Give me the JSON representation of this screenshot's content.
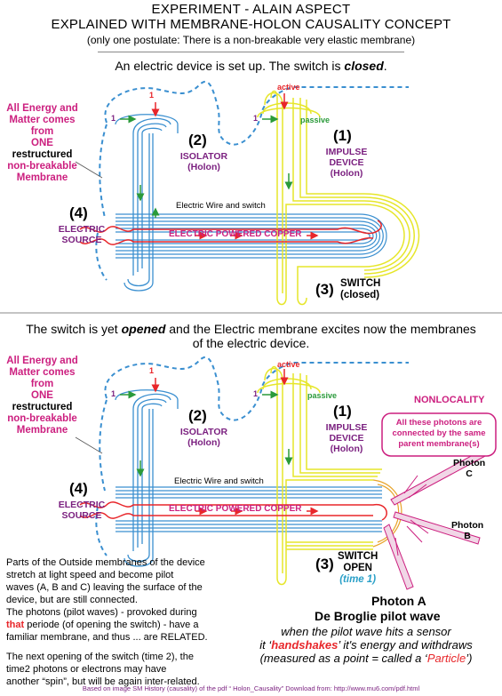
{
  "header": {
    "title_line1": "EXPERIMENT  -  ALAIN ASPECT",
    "title_line2": "EXPLAINED WITH MEMBRANE-HOLON CAUSALITY CONCEPT",
    "subtitle": "(only one postulate: There is a non-breakable very elastic membrane)"
  },
  "top": {
    "caption_prefix": "An electric device is set up. The switch is ",
    "caption_emph": "closed",
    "caption_suffix": ".",
    "energy_note": [
      "All Energy and",
      "Matter comes from",
      "ONE",
      "restructured",
      "non-breakable",
      "Membrane"
    ],
    "isolator_num": "(2)",
    "isolator_label": [
      "ISOLATOR",
      "(Holon)"
    ],
    "impulse_num": "(1)",
    "impulse_label": [
      "IMPULSE",
      "DEVICE",
      "(Holon)"
    ],
    "source_num": "(4)",
    "source_label": [
      "ELECTRIC",
      "SOURCE"
    ],
    "switch_num": "(3)",
    "switch_label": [
      "SWITCH",
      "(closed)"
    ],
    "wire_label": "Electric Wire and switch",
    "copper_label": "ELECTRIC POWERED COPPER",
    "active": "active",
    "passive": "passive",
    "one": "1"
  },
  "bottom": {
    "caption_line1_prefix": "The switch is yet ",
    "caption_emph": "opened",
    "caption_line1_suffix": " and the Electric membrane excites now the membranes",
    "caption_line2": "of the electric device.",
    "energy_note": [
      "All Energy and",
      "Matter comes from",
      "ONE",
      "restructured",
      "non-breakable",
      "Membrane"
    ],
    "isolator_num": "(2)",
    "isolator_label": [
      "ISOLATOR",
      "(Holon)"
    ],
    "impulse_num": "(1)",
    "impulse_label": [
      "IMPULSE",
      "DEVICE",
      "(Holon)"
    ],
    "source_num": "(4)",
    "source_label": [
      "ELECTRIC",
      "SOURCE"
    ],
    "switch_num": "(3)",
    "switch_label": [
      "SWITCH",
      "OPEN",
      "(time 1)"
    ],
    "wire_label": "Electric Wire and switch",
    "copper_label": "ELECTRIC POWERED COPPER",
    "active": "active",
    "passive": "passive",
    "one": "1",
    "nonlocality_title": "NONLOCALITY",
    "nonlocality_box": [
      "All these photons are",
      "connected by the same",
      "parent membrane(s)"
    ],
    "photon_c": [
      "Photon",
      "C"
    ],
    "photon_b": [
      "Photon",
      "B"
    ],
    "photon_a": "Photon A",
    "pilot_wave": "De Broglie pilot wave",
    "para1": [
      "Parts of the Outside membranes of the device",
      "stretch at light speed and become pilot",
      "waves (A, B and C) leaving the surface of the",
      "device, but are still connected."
    ],
    "para2_a": "The photons (pilot waves) - provoked during",
    "para2_that": "that",
    "para2_b": " periode (of opening the switch) - have a",
    "para2_c": "familiar membrane, and thus ... are RELATED.",
    "para3": [
      "The next opening of the switch (time 2), the",
      "time2 photons or electrons may have",
      "another “spin”, but will be again inter-related."
    ],
    "sensor_line1": "when the pilot wave hits a sensor",
    "sensor_line2_a": "it ‘",
    "sensor_line2_emph": "handshakes",
    "sensor_line2_b": "’ it's energy and withdraws",
    "sensor_line3_a": "(measured as a point = called a ‘",
    "sensor_line3_emph": "Particle",
    "sensor_line3_b": "’)"
  },
  "footer": "Based on image SM History (causality) of the pdf “ Holon_Causality” Download from: http://www.mu6.com/pdf.html",
  "colors": {
    "blue": "#3a8fd0",
    "yellow": "#e6e62a",
    "red": "#e8262a",
    "green": "#2a9a3a",
    "magenta": "#cc1f7f",
    "purple": "#7a1f7f"
  }
}
